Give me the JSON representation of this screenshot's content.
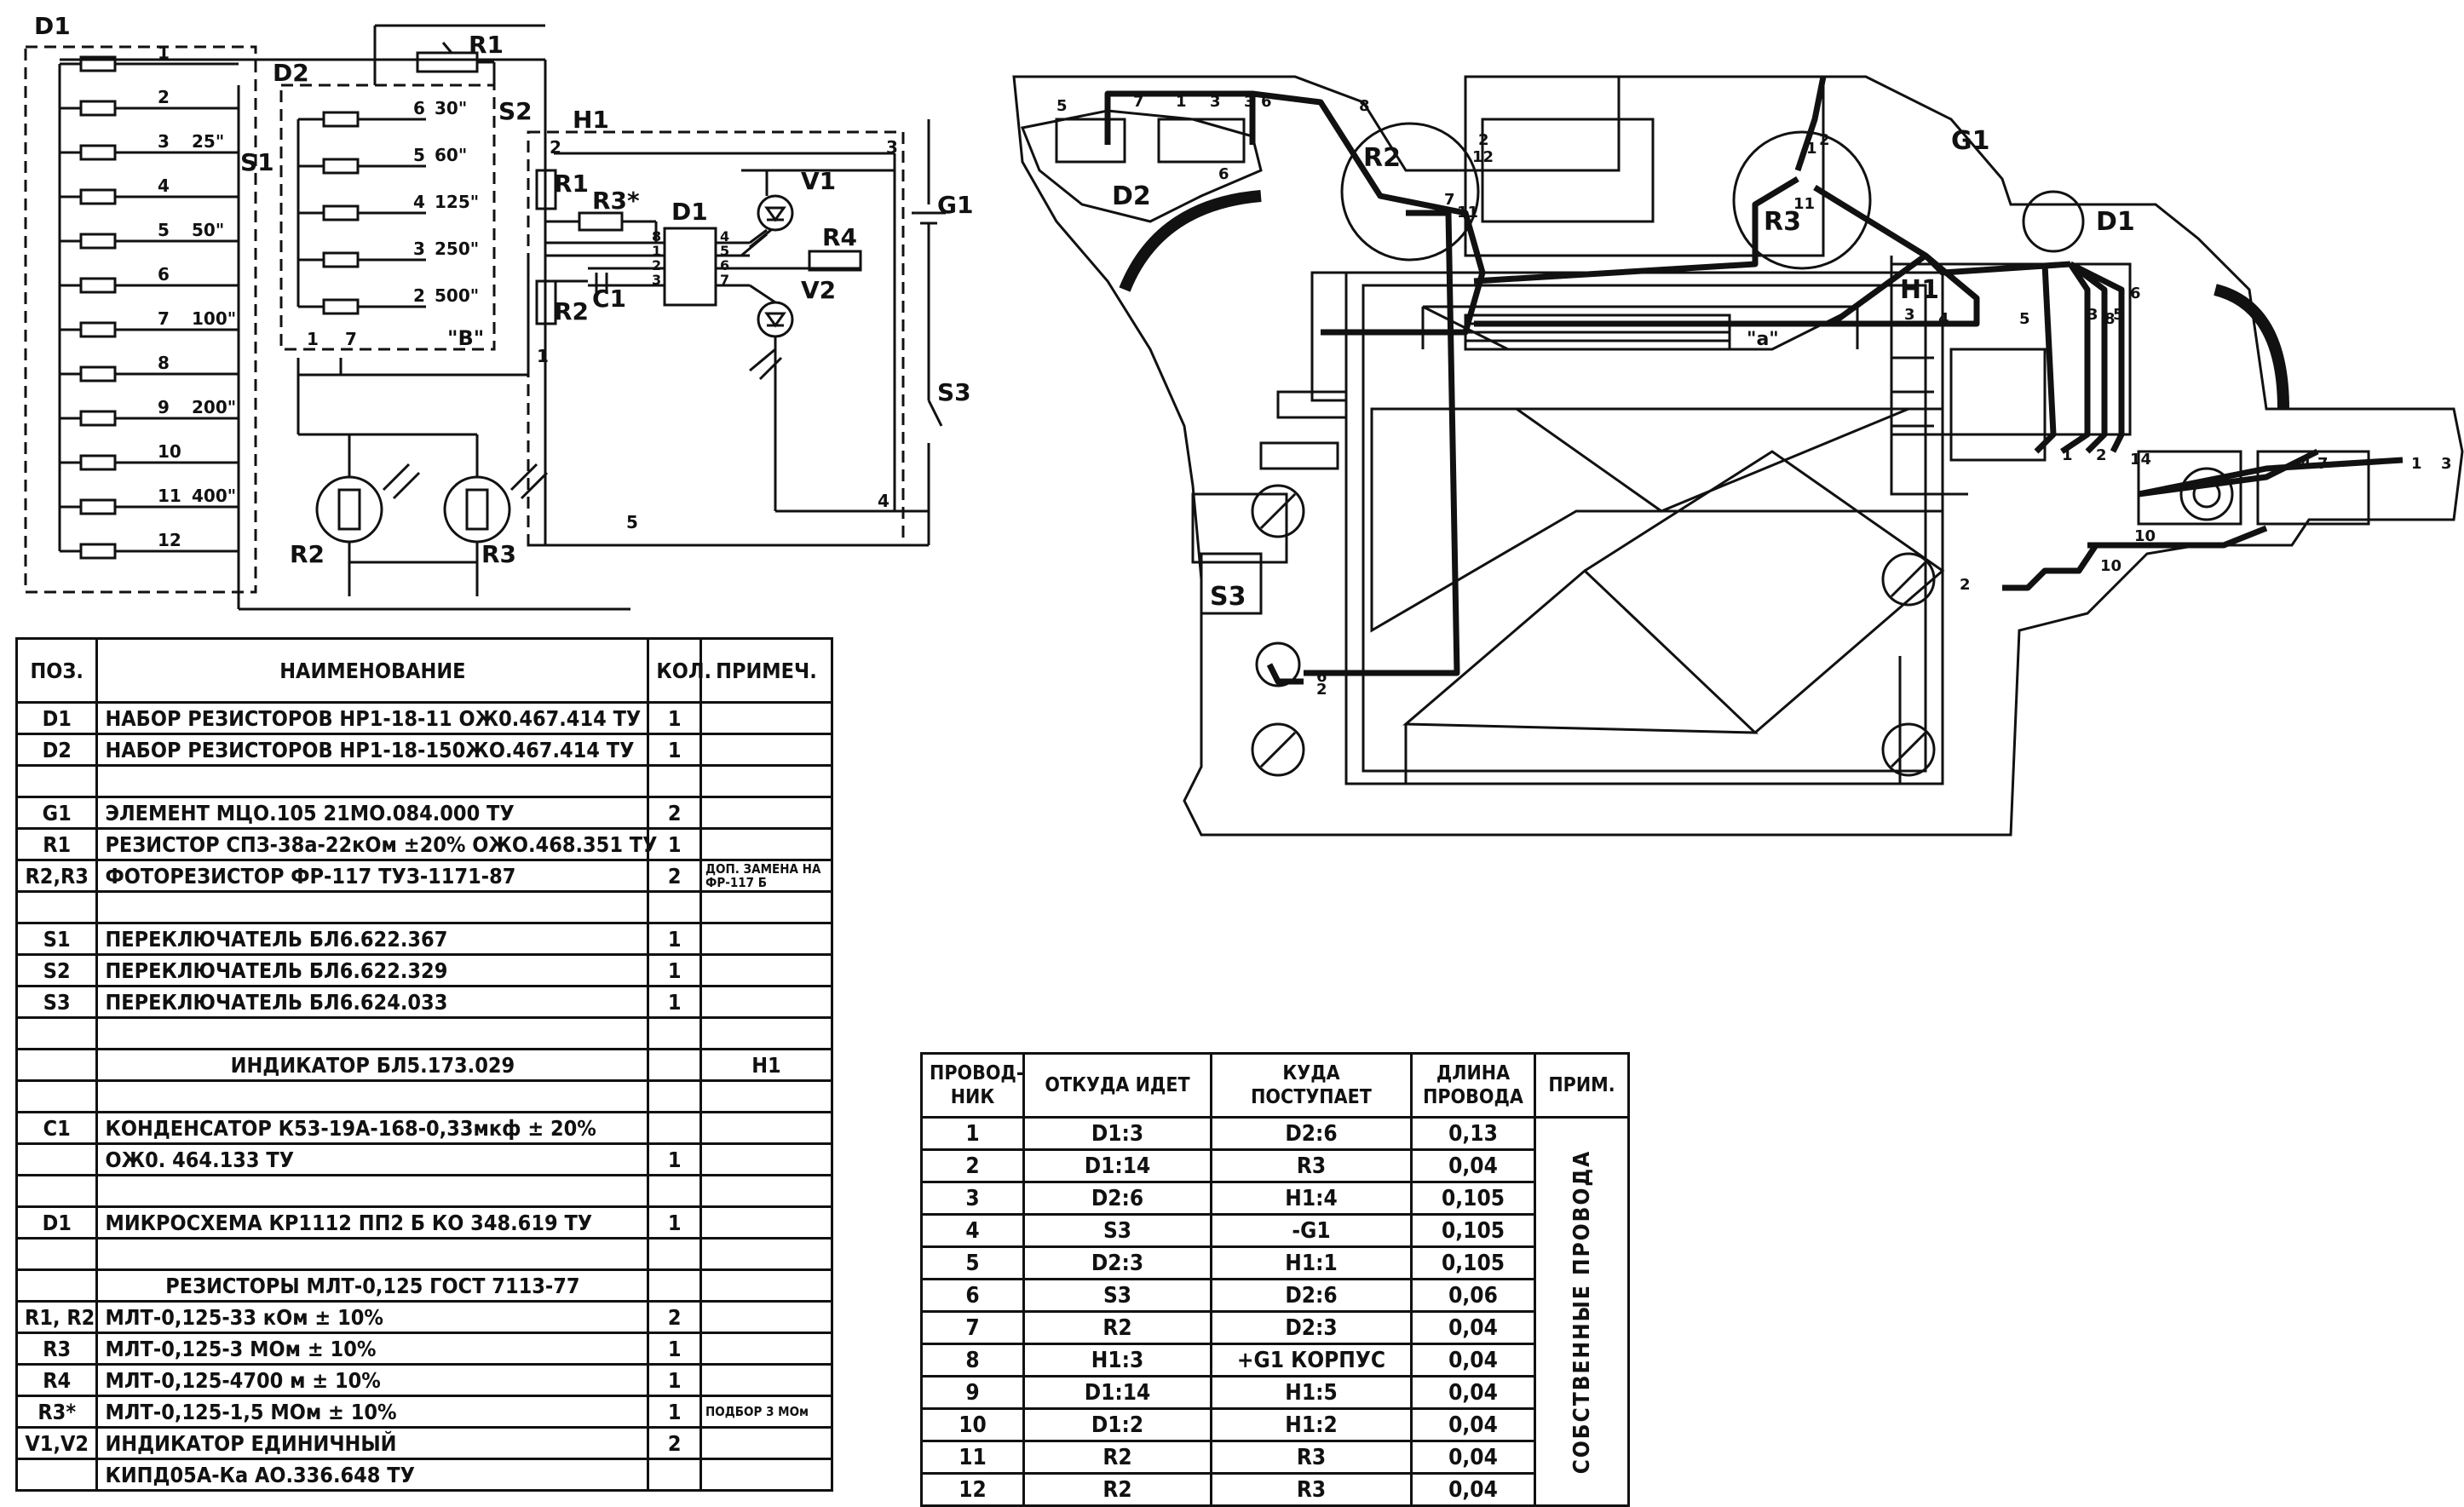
{
  "schematic": {
    "title_d1": "D1",
    "title_d2": "D2",
    "s1": "S1",
    "s2": "S2",
    "h1": "H1",
    "r1_top": "R1",
    "r1": "R1",
    "r2": "R2",
    "r3": "R3",
    "r3_star": "R3*",
    "d1_chip": "D1",
    "c1": "C1",
    "r4": "R4",
    "v1": "V1",
    "v2": "V2",
    "g1": "G1",
    "s3": "S3",
    "b_mark": "\"B\"",
    "d1_pins": [
      "1",
      "2",
      "3",
      "4",
      "5",
      "6",
      "7",
      "8",
      "9",
      "10",
      "11",
      "12"
    ],
    "d1_values": [
      "",
      "",
      "25\"",
      "",
      "50\"",
      "",
      "100\"",
      "",
      "200\"",
      "",
      "400\"",
      ""
    ],
    "d2_values": [
      "30\"",
      "60\"",
      "125\"",
      "250\"",
      "500\""
    ],
    "d2_pins": [
      "6",
      "5",
      "4",
      "3",
      "2"
    ],
    "chip_pins_left": [
      "8",
      "1",
      "2",
      "3"
    ],
    "chip_pins_right": [
      "4",
      "5",
      "6",
      "7"
    ],
    "node_labels": [
      "2",
      "3",
      "1",
      "4",
      "5",
      "1",
      "7"
    ]
  },
  "assembly": {
    "d2": "D2",
    "r2": "R2",
    "r3": "R3",
    "g1": "G1",
    "d1": "D1",
    "h1": "H1",
    "s3": "S3",
    "alpha": "\"a\"",
    "numbers": [
      "5",
      "7",
      "1",
      "3",
      "6",
      "3",
      "6",
      "8",
      "12",
      "2",
      "7",
      "11",
      "11",
      "1",
      "2",
      "3",
      "4",
      "5",
      "3",
      "8",
      "5",
      "6",
      "1",
      "2",
      "14",
      "10",
      "2",
      "1",
      "3",
      "7",
      "4",
      "6",
      "2",
      "10"
    ]
  },
  "parts_table": {
    "headers": [
      "ПОЗ.",
      "НАИМЕНОВАНИЕ",
      "КОЛ.",
      "ПРИМЕЧ."
    ],
    "rows": [
      {
        "pos": "D1",
        "name": "НАБОР РЕЗИСТОРОВ НР1-18-11 ОЖ0.467.414 ТУ",
        "qty": "1",
        "note": ""
      },
      {
        "pos": "D2",
        "name": "НАБОР РЕЗИСТОРОВ НР1-18-150ЖО.467.414 ТУ",
        "qty": "1",
        "note": ""
      },
      {
        "pos": "",
        "name": "",
        "qty": "",
        "note": ""
      },
      {
        "pos": "G1",
        "name": "ЭЛЕМЕНТ МЦО.105 21МО.084.000 ТУ",
        "qty": "2",
        "note": ""
      },
      {
        "pos": "R1",
        "name": "РЕЗИСТОР СПЗ-38а-22кОм ±20% ОЖО.468.351 ТУ",
        "qty": "1",
        "note": ""
      },
      {
        "pos": "R2,R3",
        "name": "ФОТОРЕЗИСТОР ФР-117 ТУЗ-1171-87",
        "qty": "2",
        "note": "ДОП. ЗАМЕНА НА ФР-117 Б"
      },
      {
        "pos": "",
        "name": "",
        "qty": "",
        "note": ""
      },
      {
        "pos": "S1",
        "name": "ПЕРЕКЛЮЧАТЕЛЬ БЛ6.622.367",
        "qty": "1",
        "note": ""
      },
      {
        "pos": "S2",
        "name": "ПЕРЕКЛЮЧАТЕЛЬ БЛ6.622.329",
        "qty": "1",
        "note": ""
      },
      {
        "pos": "S3",
        "name": "ПЕРЕКЛЮЧАТЕЛЬ БЛ6.624.033",
        "qty": "1",
        "note": ""
      },
      {
        "pos": "",
        "name": "",
        "qty": "",
        "note": ""
      },
      {
        "pos": "",
        "name": "ИНДИКАТОР БЛ5.173.029",
        "qty": "",
        "note": "Н1",
        "center": true
      },
      {
        "pos": "",
        "name": "",
        "qty": "",
        "note": ""
      },
      {
        "pos": "C1",
        "name": "КОНДЕНСАТОР К53-19А-168-0,33мкф ± 20%",
        "qty": "",
        "note": ""
      },
      {
        "pos": "",
        "name": "ОЖ0. 464.133 ТУ",
        "qty": "1",
        "note": ""
      },
      {
        "pos": "",
        "name": "",
        "qty": "",
        "note": ""
      },
      {
        "pos": "D1",
        "name": "МИКРОСХЕМА КР1112 ПП2 Б КО 348.619 ТУ",
        "qty": "1",
        "note": ""
      },
      {
        "pos": "",
        "name": "",
        "qty": "",
        "note": ""
      },
      {
        "pos": "",
        "name": "РЕЗИСТОРЫ МЛТ-0,125 ГОСТ 7113-77",
        "qty": "",
        "note": "",
        "center": true
      },
      {
        "pos": "R1, R2",
        "name": "МЛТ-0,125-33 кОм ± 10%",
        "qty": "2",
        "note": ""
      },
      {
        "pos": "R3",
        "name": "МЛТ-0,125-3 МОм ± 10%",
        "qty": "1",
        "note": ""
      },
      {
        "pos": "R4",
        "name": "МЛТ-0,125-4700 м ± 10%",
        "qty": "1",
        "note": ""
      },
      {
        "pos": "R3*",
        "name": "МЛТ-0,125-1,5 МОм ± 10%",
        "qty": "1",
        "note": "ПОДБОР 3 МОм"
      },
      {
        "pos": "V1,V2",
        "name": "ИНДИКАТОР ЕДИНИЧНЫЙ",
        "qty": "2",
        "note": ""
      },
      {
        "pos": "",
        "name": "КИПД05А-Ка АО.336.648 ТУ",
        "qty": "",
        "note": ""
      }
    ]
  },
  "wires_table": {
    "headers": [
      "ПРОВОД-НИК",
      "ОТКУДА ИДЕТ",
      "КУДА ПОСТУПАЕТ",
      "ДЛИНА ПРОВОДА",
      "ПРИМ."
    ],
    "prim_vertical": "СОБСТВЕННЫЕ ПРОВОДА",
    "rows": [
      [
        "1",
        "D1:3",
        "D2:6",
        "0,13"
      ],
      [
        "2",
        "D1:14",
        "R3",
        "0,04"
      ],
      [
        "3",
        "D2:6",
        "H1:4",
        "0,105"
      ],
      [
        "4",
        "S3",
        "-G1",
        "0,105"
      ],
      [
        "5",
        "D2:3",
        "H1:1",
        "0,105"
      ],
      [
        "6",
        "S3",
        "D2:6",
        "0,06"
      ],
      [
        "7",
        "R2",
        "D2:3",
        "0,04"
      ],
      [
        "8",
        "H1:3",
        "+G1 КОРПУС",
        "0,04"
      ],
      [
        "9",
        "D1:14",
        "H1:5",
        "0,04"
      ],
      [
        "10",
        "D1:2",
        "H1:2",
        "0,04"
      ],
      [
        "11",
        "R2",
        "R3",
        "0,04"
      ],
      [
        "12",
        "R2",
        "R3",
        "0,04"
      ]
    ]
  }
}
